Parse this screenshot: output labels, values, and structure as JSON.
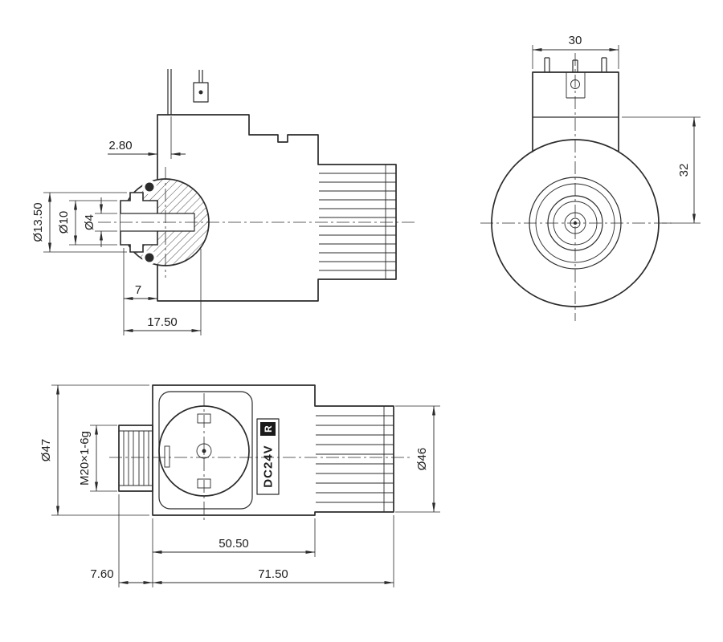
{
  "drawing": {
    "colors": {
      "line": "#2b2b2b",
      "background": "#ffffff",
      "label_fill": "#1a1a1a"
    },
    "views": {
      "side_section": {
        "dims": {
          "pin_offset": "2.80",
          "dia_collar": "Ø13.50",
          "dia_neck": "Ø10",
          "dia_hole": "Ø4",
          "tip_length": "7",
          "boss_length": "17.50"
        }
      },
      "front": {
        "dims": {
          "connector_width": "30",
          "center_height": "32"
        }
      },
      "side_connector": {
        "dims": {
          "coil_dia": "Ø47",
          "thread_spec": "M20×1-6g",
          "tube_dia": "Ø46",
          "body_length": "50.50",
          "collar_length": "7.60",
          "overall_length": "71.50"
        },
        "label": {
          "voltage": "DC24V",
          "mark": "R"
        }
      }
    }
  }
}
